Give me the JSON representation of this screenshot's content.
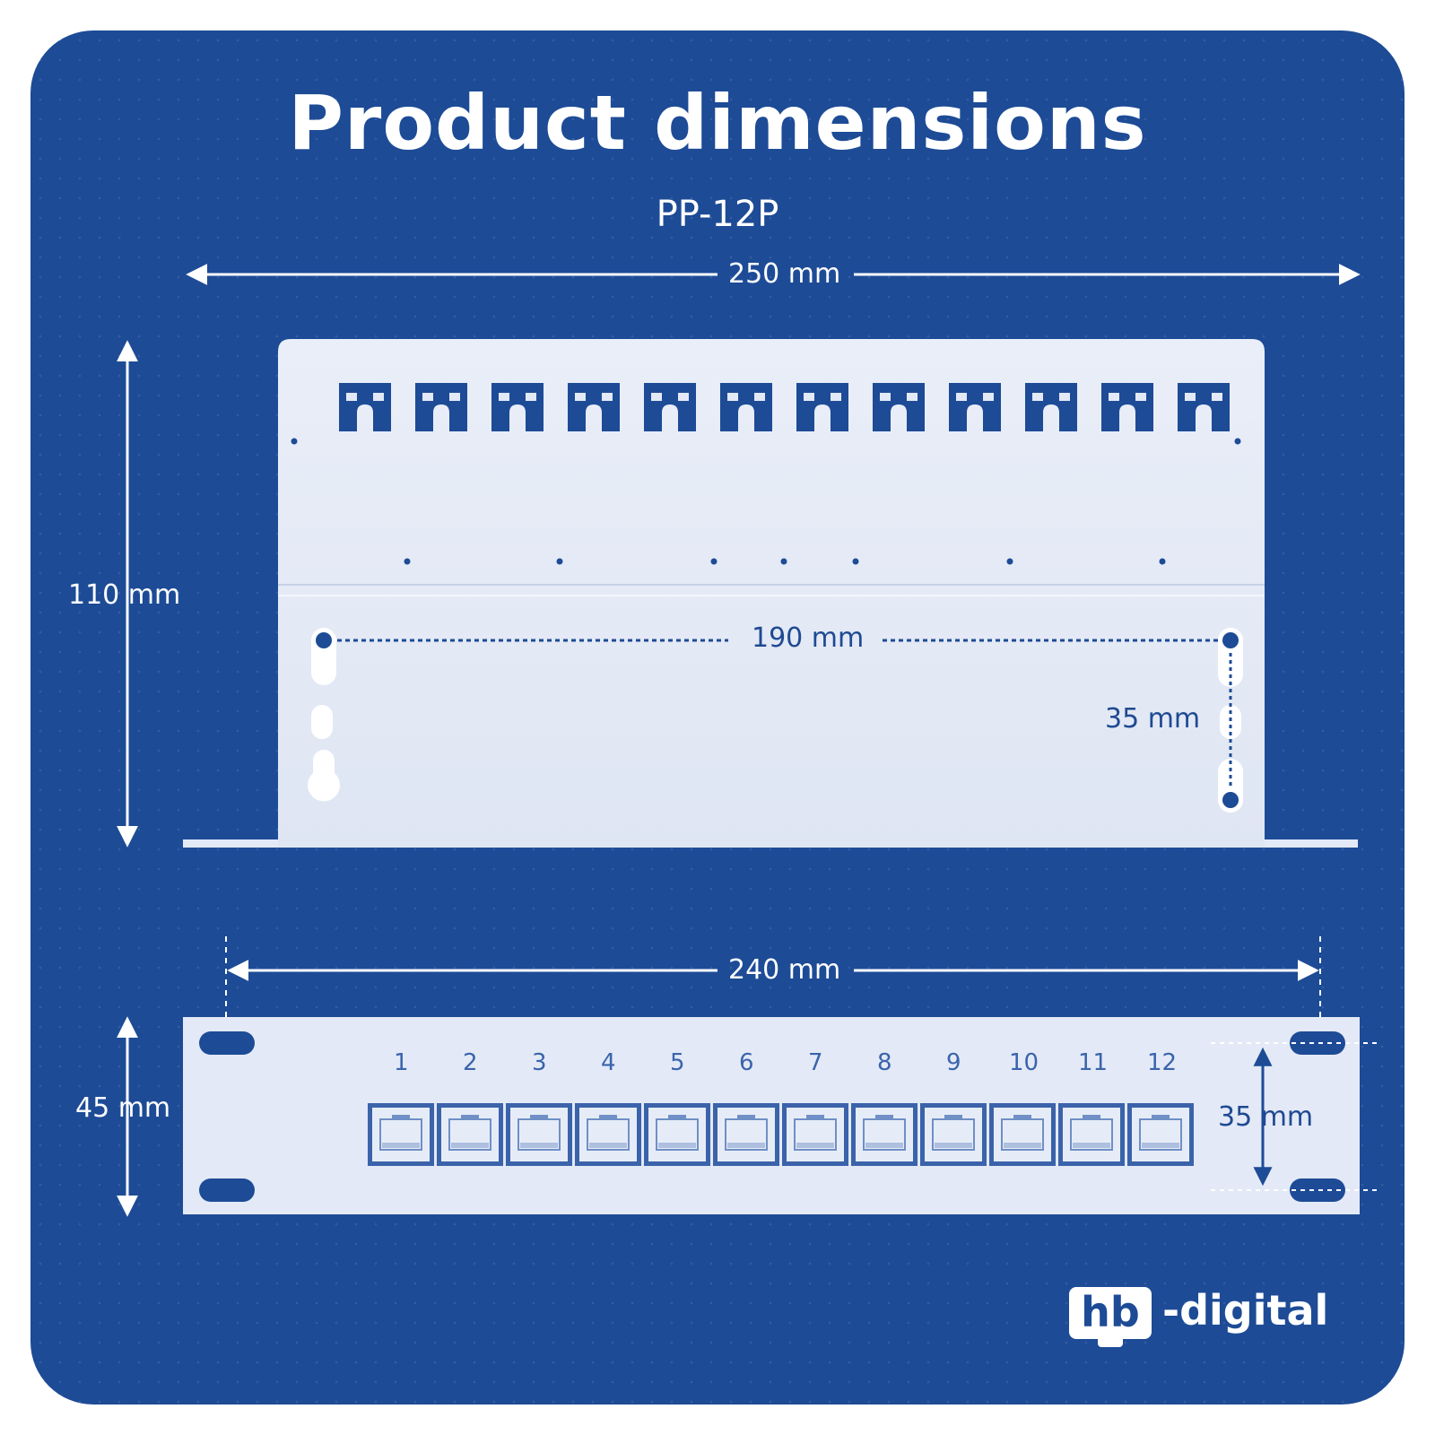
{
  "title": "Product dimensions",
  "model": "PP-12P",
  "top_view": {
    "width_label": "250 mm",
    "height_label": "110 mm",
    "hole_spacing_label": "190 mm",
    "hole_vertical_label": "35 mm"
  },
  "front_view": {
    "width_label": "240 mm",
    "height_label": "45 mm",
    "hole_spacing_label": "35 mm",
    "ports": [
      "1",
      "2",
      "3",
      "4",
      "5",
      "6",
      "7",
      "8",
      "9",
      "10",
      "11",
      "12"
    ]
  },
  "brand": {
    "logo_box": "hb",
    "logo_text": "-digital"
  },
  "colors": {
    "background": "#1d4b96",
    "panel": "#e3e9f6",
    "accent": "#1d4b96"
  }
}
